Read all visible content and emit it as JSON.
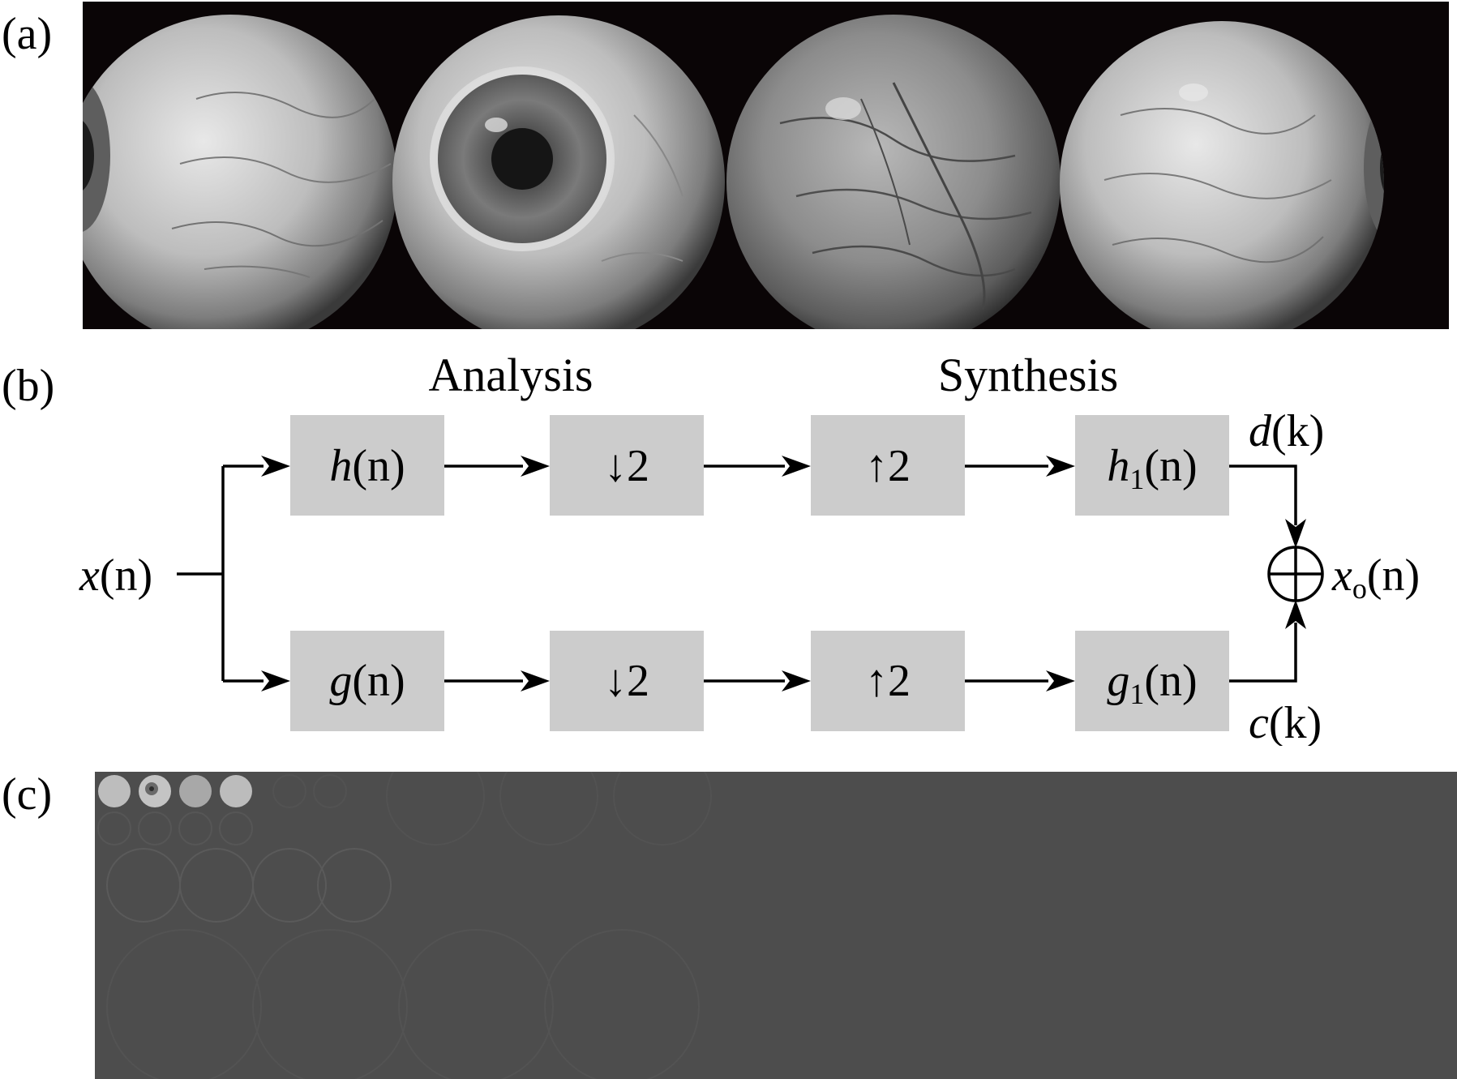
{
  "panels": {
    "a_label": "(a)",
    "b_label": "(b)",
    "c_label": "(c)"
  },
  "diagram": {
    "analysis_title": "Analysis",
    "synthesis_title": "Synthesis",
    "input": {
      "italic": "x",
      "rest": "(n)"
    },
    "output": {
      "italic": "x",
      "sub": "o",
      "rest": "(n)"
    },
    "detail_coeff": {
      "italic": "d",
      "rest": "(k)"
    },
    "approx_coeff": {
      "italic": "c",
      "rest": "(k)"
    },
    "top_branch": [
      {
        "name": "h-filter",
        "italic": "h",
        "sub": "",
        "rest": "(n)"
      },
      {
        "name": "downsample",
        "symbol": "↓2"
      },
      {
        "name": "upsample",
        "symbol": "↑2"
      },
      {
        "name": "h1-filter",
        "italic": "h",
        "sub": "1",
        "rest": "(n)"
      }
    ],
    "bottom_branch": [
      {
        "name": "g-filter",
        "italic": "g",
        "sub": "",
        "rest": "(n)"
      },
      {
        "name": "downsample",
        "symbol": "↓2"
      },
      {
        "name": "upsample",
        "symbol": "↑2"
      },
      {
        "name": "g1-filter",
        "italic": "g",
        "sub": "1",
        "rest": "(n)"
      }
    ],
    "adder_icon": "circle-plus-icon"
  },
  "colors": {
    "block_fill": "#cccccc",
    "photo_background": "#0a0506",
    "decomposition_background": "#4d4d4d"
  }
}
